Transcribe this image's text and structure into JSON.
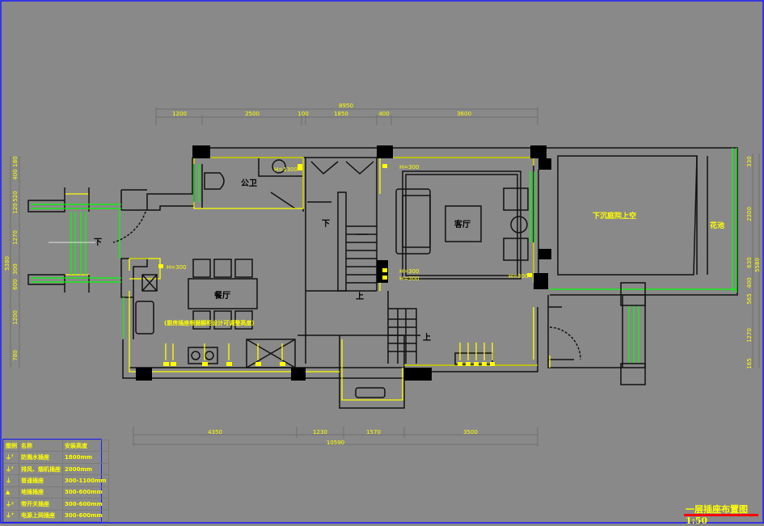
{
  "drawing_title": "一层插座布置图 1:50",
  "dimensions": {
    "top_total": "8950",
    "top_segments": [
      "1200",
      "2500",
      "100",
      "1850",
      "400",
      "3600"
    ],
    "bottom_segments": [
      "4350",
      "1230",
      "1570",
      "3500"
    ],
    "bottom_total": "10590",
    "left_segments": [
      "180",
      "400",
      "520",
      "120",
      "1270",
      "300",
      "600",
      "1200",
      "780"
    ],
    "left_total": "5380",
    "right_segments": [
      "330",
      "2300",
      "630",
      "400",
      "565",
      "1270",
      "165"
    ],
    "right_total": "5580"
  },
  "rooms": {
    "bathroom": "公卫",
    "dining": "餐厅",
    "living": "客厅",
    "courtyard": "下沉庭院上空",
    "planter": "花池",
    "stair_down": "下",
    "stair_up": "上",
    "entry_down": "下",
    "rear_stair_up": "上"
  },
  "outlet_labels": {
    "bath": "H=1300",
    "living_top": "H=300",
    "living_mid1": "H=300",
    "living_mid2": "H=300",
    "living_right": "H=300",
    "dining": "H=300",
    "kitchen_note": "(厨房插座根据橱柜设计可调整高度)"
  },
  "legend": {
    "headers": [
      "图例",
      "名称",
      "安装高度"
    ],
    "rows": [
      {
        "name": "防溅水插座",
        "height": "1800mm"
      },
      {
        "name": "排风、烟机插座",
        "height": "2000mm"
      },
      {
        "name": "普通插座",
        "height": "300-1100mm"
      },
      {
        "name": "地插插座",
        "height": "300-600mm"
      },
      {
        "name": "带开关插座",
        "height": "300-600mm"
      },
      {
        "name": "电源上网插座",
        "height": "300-600mm"
      }
    ]
  },
  "colors": {
    "background": "#898989",
    "annotation": "#ffff00",
    "glass": "#00ff00",
    "frame": "#1a1aff",
    "title_underline": "#ff0000"
  }
}
